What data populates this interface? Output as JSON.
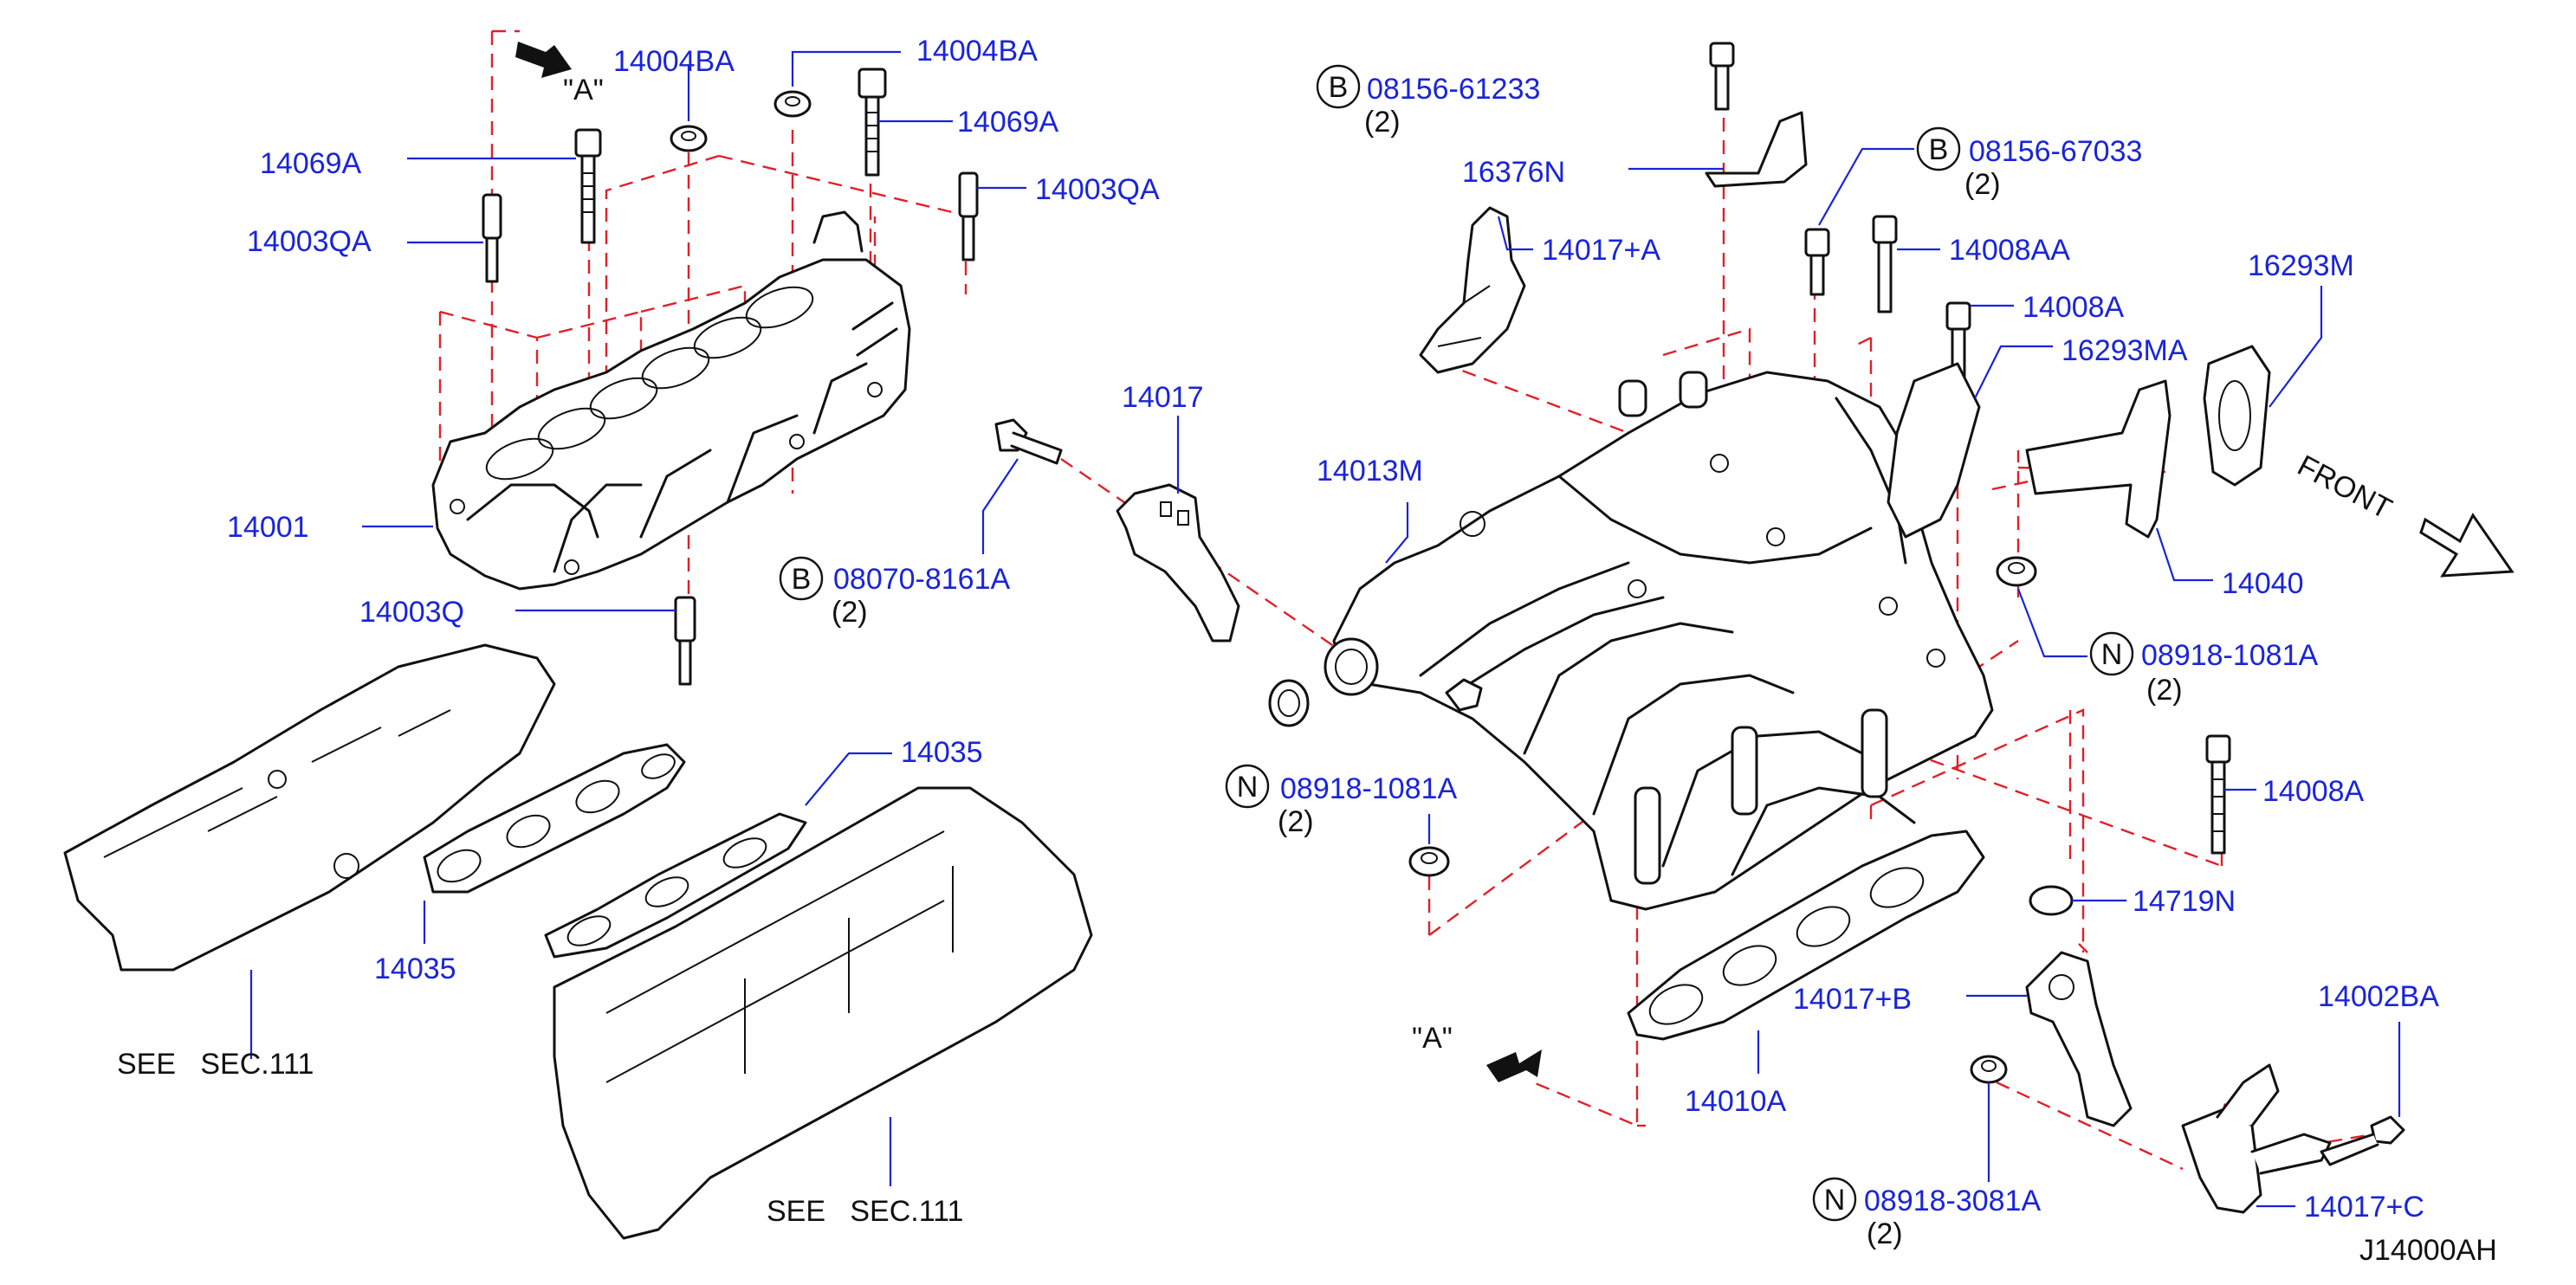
{
  "diagram": {
    "code": "J14000AH",
    "view_markers": [
      "\"A\"",
      "\"A\""
    ],
    "front_label": "FRONT",
    "see_refs": [
      "SEE   SEC.111",
      "SEE   SEC.111"
    ],
    "part_labels": [
      {
        "id": "p1",
        "text": "14004BA"
      },
      {
        "id": "p2",
        "text": "14004BA"
      },
      {
        "id": "p3",
        "text": "14069A"
      },
      {
        "id": "p4",
        "text": "14069A"
      },
      {
        "id": "p5",
        "text": "14003QA"
      },
      {
        "id": "p6",
        "text": "14003QA"
      },
      {
        "id": "p7",
        "text": "14001"
      },
      {
        "id": "p8",
        "text": "14003Q"
      },
      {
        "id": "p9",
        "text": "14035"
      },
      {
        "id": "p10",
        "text": "14035"
      },
      {
        "id": "p11",
        "text": "14017"
      },
      {
        "id": "p12",
        "text": "08070-8161A"
      },
      {
        "id": "p13",
        "text": "08156-61233"
      },
      {
        "id": "p14",
        "text": "16376N"
      },
      {
        "id": "p15",
        "text": "14017+A"
      },
      {
        "id": "p16",
        "text": "08156-67033"
      },
      {
        "id": "p17",
        "text": "14008AA"
      },
      {
        "id": "p18",
        "text": "14008A"
      },
      {
        "id": "p19",
        "text": "16293MA"
      },
      {
        "id": "p20",
        "text": "16293M"
      },
      {
        "id": "p21",
        "text": "14013M"
      },
      {
        "id": "p22",
        "text": "14040"
      },
      {
        "id": "p23",
        "text": "08918-1081A"
      },
      {
        "id": "p24",
        "text": "08918-1081A"
      },
      {
        "id": "p25",
        "text": "14008A"
      },
      {
        "id": "p26",
        "text": "14719N"
      },
      {
        "id": "p27",
        "text": "14017+B"
      },
      {
        "id": "p28",
        "text": "14010A"
      },
      {
        "id": "p29",
        "text": "14002BA"
      },
      {
        "id": "p30",
        "text": "08918-3081A"
      },
      {
        "id": "p31",
        "text": "14017+C"
      }
    ],
    "circle_markers": [
      {
        "id": "c1",
        "letter": "B",
        "qty": "(2)"
      },
      {
        "id": "c2",
        "letter": "B",
        "qty": "(2)"
      },
      {
        "id": "c3",
        "letter": "B",
        "qty": "(2)"
      },
      {
        "id": "c4",
        "letter": "N",
        "qty": "(2)"
      },
      {
        "id": "c5",
        "letter": "N",
        "qty": "(2)"
      },
      {
        "id": "c6",
        "letter": "N",
        "qty": "(2)"
      }
    ]
  }
}
